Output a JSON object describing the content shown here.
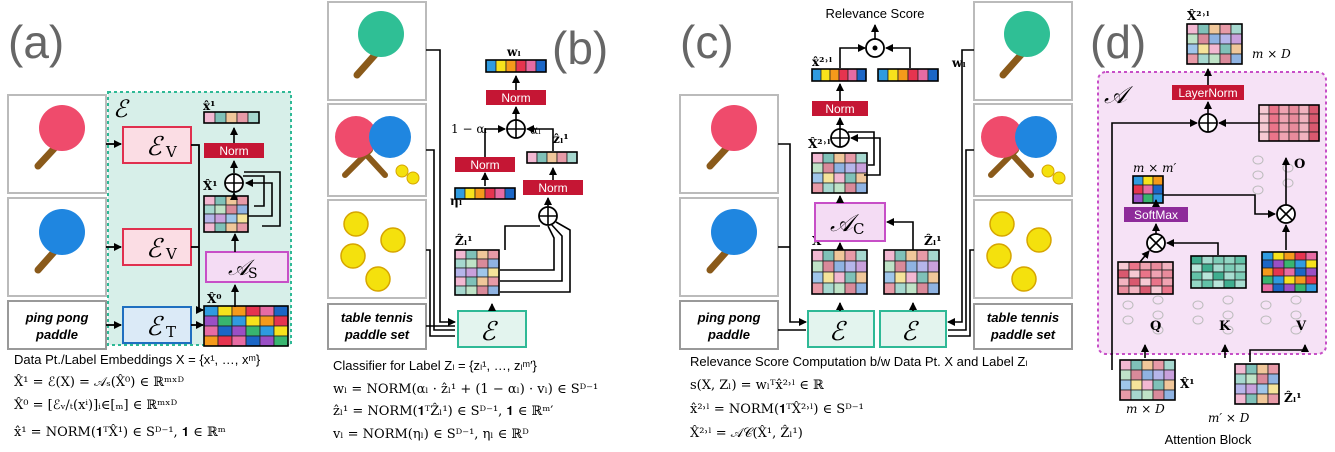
{
  "panels": {
    "a": {
      "letter": "(a)",
      "encoder_region_symbol": "ℰ",
      "encoder_v_label": "ℰ",
      "encoder_v_sub": "V",
      "encoder_t_label": "ℰ",
      "encoder_t_sub": "T",
      "attn_label": "𝒜",
      "attn_sub": "S",
      "norm_label": "Norm",
      "x0_label": "X̂⁰",
      "x1_label": "X̂¹",
      "xhat1_label": "x̂¹",
      "text_input": "ping pong paddle",
      "caption": "Data Pt./Label Embeddings X = {x¹, …, xᵐ}",
      "formulas": [
        "X̂¹ = ℰ(X) = 𝒜ₛ(X̂⁰) ∈ ℝᵐˣᴰ",
        "X̂⁰ = [ℰᵥ/ₜ(xⁱ)]ᵢ∈[ₘ] ∈ ℝᵐˣᴰ",
        "x̂¹ = NORM(𝟏ᵀX̂¹) ∈ Sᴰ⁻¹, 𝟏 ∈ ℝᵐ"
      ]
    },
    "b": {
      "letter": "(b)",
      "norm_label": "Norm",
      "w_label": "wₗ",
      "eta_label": "ηₗ",
      "one_minus_alpha": "1 − αₗ",
      "alpha": "αₗ",
      "z1_label": "ẑₗ¹",
      "Z1_label": "Ẑₗ¹",
      "encoder_label": "ℰ",
      "text_input": "table tennis paddle set",
      "caption": "Classifier for Label Zₗ = {zₗ¹, …, zₗᵐ′}",
      "formulas": [
        "wₗ = NORM(αₗ · ẑₗ¹ + (1 − αₗ) · vₗ) ∈ Sᴰ⁻¹",
        "ẑₗ¹ = NORM(𝟏ᵀẐₗ¹) ∈ Sᴰ⁻¹, 𝟏 ∈ ℝᵐ′",
        "vₗ = NORM(ηₗ) ∈ Sᴰ⁻¹, ηₗ ∈ ℝᴰ"
      ]
    },
    "c": {
      "letter": "(c)",
      "top_label": "Relevance Score",
      "norm_label": "Norm",
      "x2l_small": "x̂²˒ˡ",
      "w_label": "wₗ",
      "X2l_label": "X̂²˒ˡ",
      "attn_label": "𝒜",
      "attn_sub": "C",
      "X1_label": "X̂¹",
      "Z1_label": "Ẑₗ¹",
      "encoder_label": "ℰ",
      "text_left": "ping pong paddle",
      "text_right": "table tennis paddle set",
      "caption": "Relevance Score Computation b/w Data Pt. X and Label Zₗ",
      "formulas": [
        "s(X, Zₗ) = wₗᵀx̂²˒ˡ ∈ ℝ",
        "x̂²˒ˡ = NORM(𝟏ᵀX̂²˒ˡ) ∈ Sᴰ⁻¹",
        "X̂²˒ˡ = 𝒜𝒞(X̂¹, Ẑₗ¹)"
      ]
    },
    "d": {
      "letter": "(d)",
      "A_label": "𝒜",
      "out_label": "X̂²˒ˡ",
      "mxD_top": "m × D",
      "layernorm": "LayerNorm",
      "softmax": "SoftMax",
      "mxm": "m × m′",
      "Q": "Q",
      "K": "K",
      "V": "V",
      "O": "O",
      "X1": "X̂¹",
      "Z1": "Ẑₗ¹",
      "mxD_bottom": "m × D",
      "m2xD": "m′ × D",
      "caption": "Attention Block"
    }
  },
  "colors": {
    "encoder_region": "#d7efe9",
    "encoder_region_border": "#2fb996",
    "encoder_v_fill": "#fbdde4",
    "encoder_v_border": "#e0304f",
    "encoder_t_fill": "#dbeaf7",
    "encoder_t_border": "#1f6fc0",
    "attn_fill": "#f4dcf4",
    "attn_border": "#c74fc7",
    "norm_fill": "#c51634",
    "softmax_fill": "#8e2b9a",
    "attention_block_bg": "#f6e2f6",
    "paddle_red": "#ef4b6c",
    "paddle_blue": "#1f86e0",
    "paddle_green": "#2fbf95",
    "ball_yellow": "#f4e10d"
  }
}
